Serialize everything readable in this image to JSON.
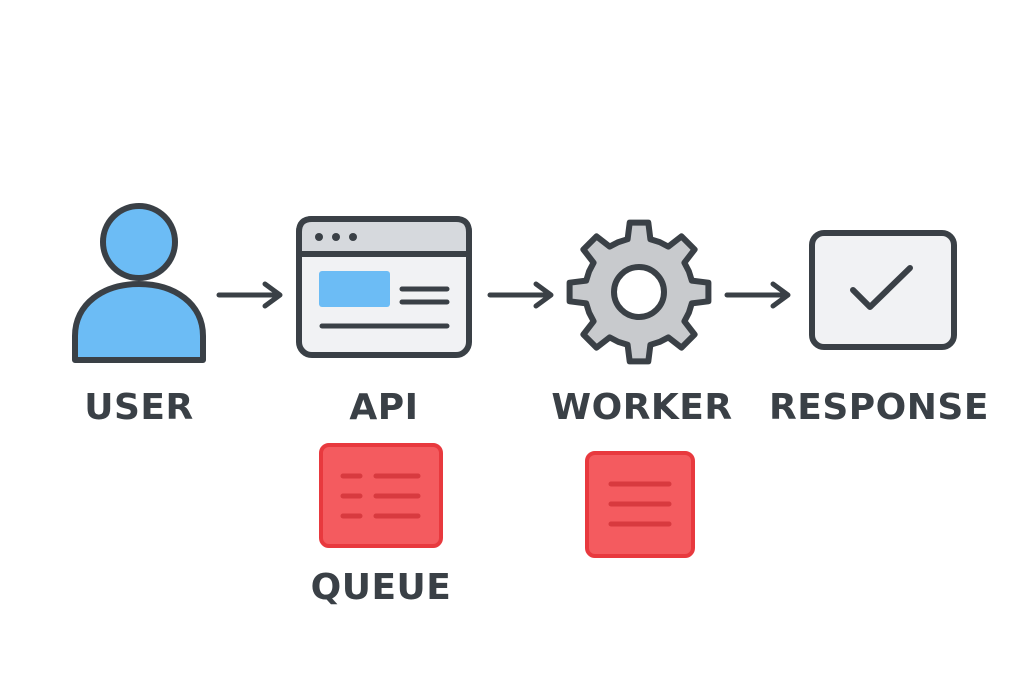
{
  "colors": {
    "stroke": "#3a4046",
    "label": "#3a4046",
    "user_fill": "#6cbcf5",
    "panel_fill": "#f1f2f4",
    "titlebar_fill": "#d6d9dd",
    "api_block_fill": "#6cbcf5",
    "gear_fill": "#c8cacd",
    "queue_fill": "#f45b5f",
    "queue_stroke": "#e8393e",
    "queue_lines": "#d83a3f"
  },
  "nodes": [
    {
      "id": "user",
      "label": "USER",
      "icon": "user-icon"
    },
    {
      "id": "api",
      "label": "API",
      "icon": "browser-window-icon"
    },
    {
      "id": "worker",
      "label": "WORKER",
      "icon": "gear-icon"
    },
    {
      "id": "response",
      "label": "RESPONSE",
      "icon": "checkmark-box-icon"
    }
  ],
  "queue": {
    "label": "QUEUE",
    "icon": "queue-card-icon"
  },
  "worker_queue": {
    "icon": "queue-card-icon"
  },
  "edges": [
    {
      "from": "USER",
      "to": "API"
    },
    {
      "from": "API",
      "to": "WORKER"
    },
    {
      "from": "WORKER",
      "to": "RESPONSE"
    }
  ]
}
